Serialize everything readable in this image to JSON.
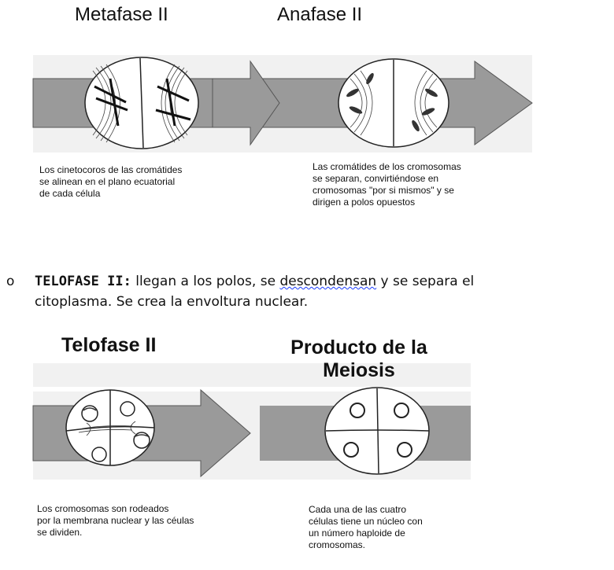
{
  "top_panel": {
    "title_left": "Metafase II",
    "title_right": "Anafase II",
    "caption_left": [
      "Los cinetocoros de las cromátides",
      "se alinean en el plano ecuatorial",
      "de cada célula"
    ],
    "caption_right": [
      "Las cromátides de los cromosomas",
      "se separan, convirtiéndose en",
      "cromosomas \"por si mismos\" y se",
      "dirigen a polos opuestos"
    ]
  },
  "bullet": {
    "marker": "o",
    "term": "TELOFASE II:",
    "text_a": " llegan a los polos, se ",
    "text_flagged": "descondensan",
    "text_b": " y se separa el",
    "line2": "citoplasma. Se crea la envoltura nuclear."
  },
  "bottom_panel": {
    "title_left": "Telofase II",
    "title_right_1": "Producto de la",
    "title_right_2": "Meiosis",
    "caption_left": [
      "Los cromosomas son rodeados",
      "por la membrana nuclear y las céulas",
      "se dividen."
    ],
    "caption_right": [
      "Cada una de las cuatro",
      "células tiene un núcleo con",
      "un número haploide de",
      "cromosomas."
    ]
  },
  "colors": {
    "band": "#9a9a9a",
    "panel_bg": "#f1f1f1",
    "cell_fill": "#ffffff",
    "stroke": "#222222",
    "spellcheck": "#1a3cff"
  }
}
